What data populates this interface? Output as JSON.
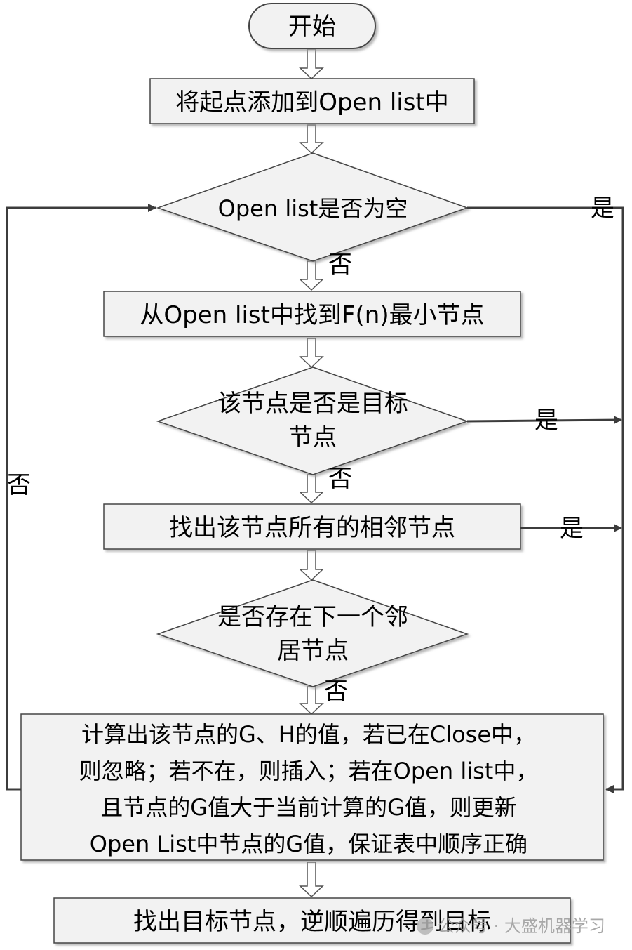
{
  "diagram": {
    "start": {
      "label": "开始"
    },
    "step_add_start": {
      "label": "将起点添加到Open list中"
    },
    "decision_open_empty": {
      "label": "Open list是否为空",
      "yes": "是",
      "no": "否"
    },
    "step_find_min": {
      "label": "从Open list中找到F(n)最小节点"
    },
    "decision_is_target": {
      "lines": [
        "该节点是否是目标",
        "节点"
      ],
      "yes": "是",
      "no": "否"
    },
    "step_find_neighbors": {
      "label": "找出该节点所有的相邻节点",
      "yes": "是"
    },
    "decision_next_neighbor": {
      "lines": [
        "是否存在下一个邻",
        "居节点"
      ],
      "no": "否"
    },
    "step_compute": {
      "lines": [
        "计算出该节点的G、H的值，若已在Close中，",
        "则忽略；若不在，则插入；若在Open list中，",
        "且节点的G值大于当前计算的G值，则更新",
        "Open List中节点的G值，保证表中顺序正确"
      ]
    },
    "step_end": {
      "label": "找出目标节点，逆顺遍历得到目标"
    },
    "loop_back_label": "否"
  },
  "watermark": {
    "text": "公众号 · 大盛机器学习"
  },
  "colors": {
    "box_fill": "#f2f2f2",
    "line": "#3c3c3c",
    "arrow_fill": "#ffffff"
  }
}
